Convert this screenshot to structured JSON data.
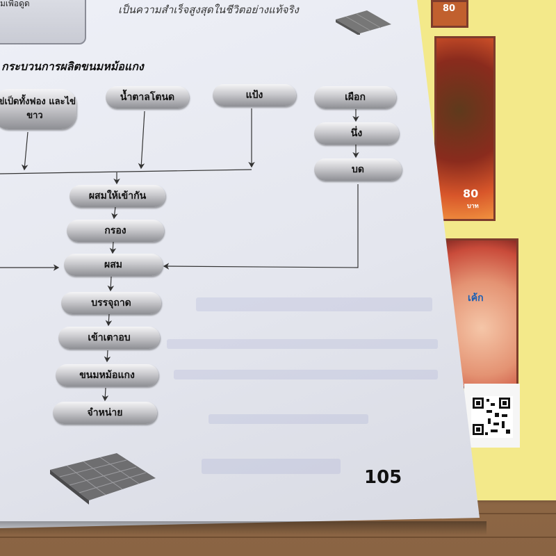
{
  "page": {
    "top_box_text": "มเพื่อดูด",
    "quote": "เป็นความสำเร็จสูงสุดในชีวิตอย่างแท้จริง",
    "section_title": "กระบวนการผลิตขนมหม้อแกง",
    "page_number": "105"
  },
  "flow": {
    "inputs": {
      "eggs": "ไข่เป็ดทั้งฟอง และไข่ขาว",
      "sugar": "น้ำตาลโตนด",
      "flour": "แป้ง",
      "taro": "เผือก",
      "steam": "นึ่ง",
      "mash": "บด"
    },
    "steps": [
      "ผสมให้เข้ากัน",
      "กรอง",
      "ผสม",
      "บรรจุถาด",
      "เข้าเตาอบ",
      "ขนมหม้อแกง",
      "จำหน่าย"
    ]
  },
  "covers": {
    "price_a": "80",
    "price_b": "80",
    "price_b_unit": "บาท",
    "cover_c_label": "เค้ก"
  },
  "colors": {
    "page_bg": "#e6e8ef",
    "pill_top": "#f4f4f6",
    "pill_bottom": "#8e8f94",
    "back_book": "#f3e98a"
  }
}
